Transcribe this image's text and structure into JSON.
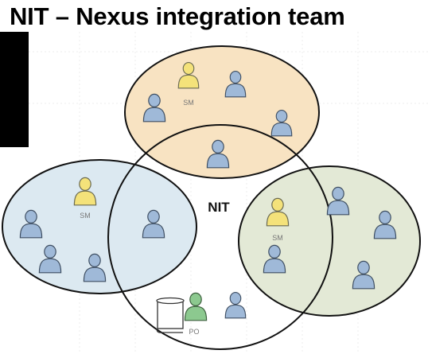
{
  "title": "NIT – Nexus integration team",
  "center_label": "NIT",
  "roles": {
    "scrum_master": "SM",
    "product_owner": "PO"
  },
  "colors": {
    "top_team_fill": "#f8e3c2",
    "left_team_fill": "#dce9f1",
    "right_team_fill": "#e3e9d6",
    "outline": "#111111",
    "person_blue": "#9fb9d8",
    "person_yellow": "#f4e27a",
    "person_green": "#8cc98f"
  },
  "icons": [
    "person-icon",
    "scroll-icon"
  ]
}
